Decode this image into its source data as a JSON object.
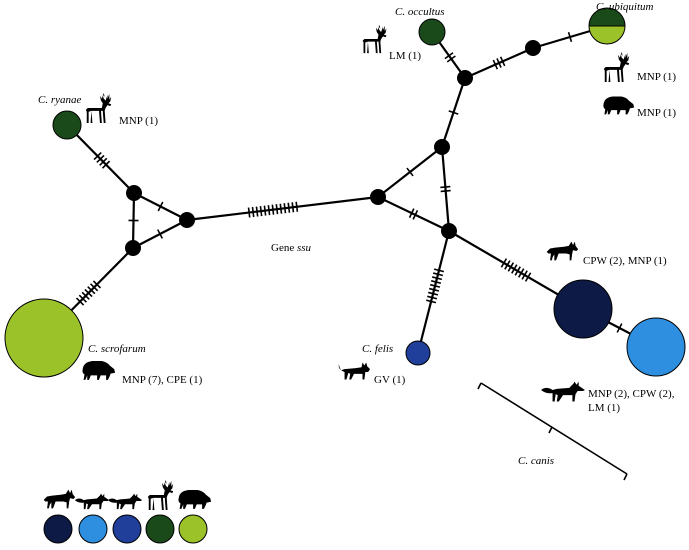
{
  "colors": {
    "wolf": "#0c1a45",
    "fox": "#2e8fe0",
    "cat": "#1f3f9a",
    "deer": "#1a4a1a",
    "boar": "#9bc229",
    "edge": "#000000"
  },
  "gene_label": {
    "prefix": "Gene ",
    "italic": "ssu"
  },
  "species": {
    "ryanae": "C. ryanae",
    "scrofarum": "C. scrofarum",
    "occultus": "C. occultus",
    "ubiquitum": "C. ubiquitum",
    "felis": "C. felis",
    "canis": "C. canis"
  },
  "counts": {
    "ryanae": "MNP (1)",
    "scrofarum": "MNP (7), CPE (1)",
    "occultus": "LM (1)",
    "ubiquitum_deer": "MNP (1)",
    "ubiquitum_boar": "MNP (1)",
    "felis": "GV (1)",
    "canis_wolf": "CPW (2), MNP (1)",
    "canis_fox_1": "MNP (2), CPW (2),",
    "canis_fox_2": "LM (1)"
  },
  "legend": {
    "icons": [
      "wolf-icon",
      "fox-icon",
      "fox-icon",
      "deer-icon",
      "boar-icon"
    ],
    "swatches": [
      "wolf",
      "fox",
      "cat",
      "deer",
      "boar"
    ]
  }
}
